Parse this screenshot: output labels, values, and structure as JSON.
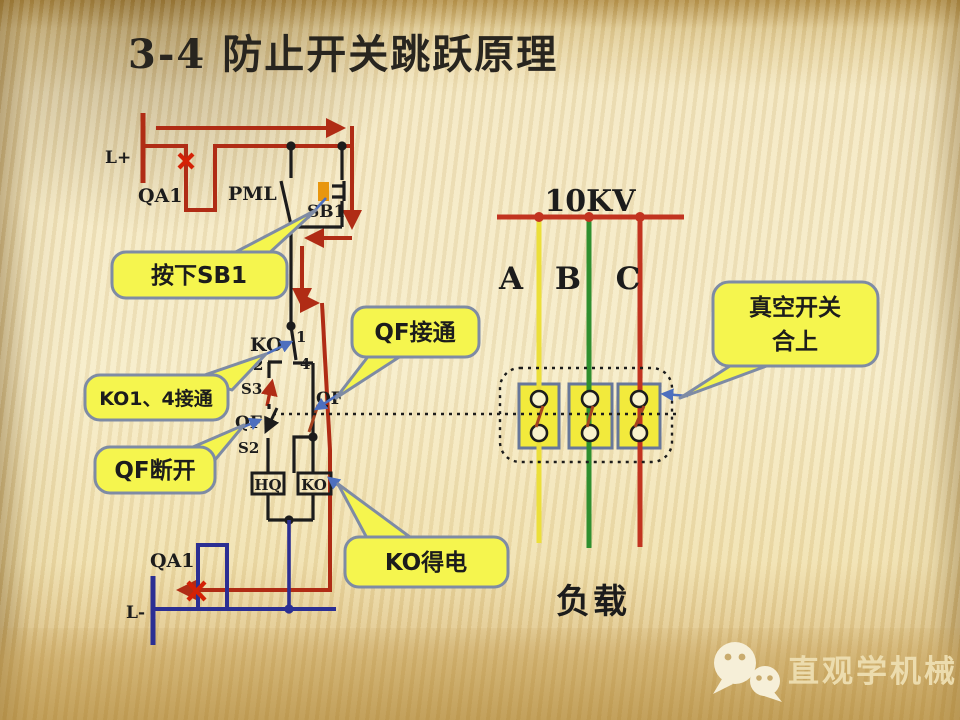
{
  "slide": {
    "title": "3-4  防止开关跳跃原理",
    "control_circuit": {
      "l_plus": "L+",
      "qa1_top": "QA1",
      "pml": "PML",
      "sb1": "SB1",
      "ko_contact": "KO",
      "pin1": "1",
      "pin2": "2",
      "pin4": "4",
      "s3": "S3",
      "qf_left": "QF",
      "s2": "S2",
      "qf_right": "QF",
      "hq_coil": "HQ",
      "ko_coil": "KO",
      "qa1_bottom": "QA1",
      "l_minus": "L-"
    },
    "power_circuit": {
      "bus_voltage": "10KV",
      "phase_a": "A",
      "phase_b": "B",
      "phase_c": "C",
      "load": "负载"
    },
    "callouts": {
      "press_sb1": "按下SB1",
      "ko14_closed": "KO1、4接通",
      "qf_opened": "QF断开",
      "qf_closed": "QF接通",
      "ko_energized": "KO得电",
      "vacuum_line1": "真空开关",
      "vacuum_line2": "合上"
    },
    "watermark": "直观学机械",
    "colors": {
      "flow_red": "#b02c15",
      "bright_red": "#d42105",
      "wire_black": "#1c1c1c",
      "wire_blue": "#2b2f93",
      "phase_a_yellow": "#ecdf3a",
      "phase_b_green": "#2f8f2f",
      "phase_c_red": "#c23420",
      "callout_fill": "#f5f54e",
      "callout_border": "#7e8ba4",
      "background": "#f3e6bd"
    }
  }
}
